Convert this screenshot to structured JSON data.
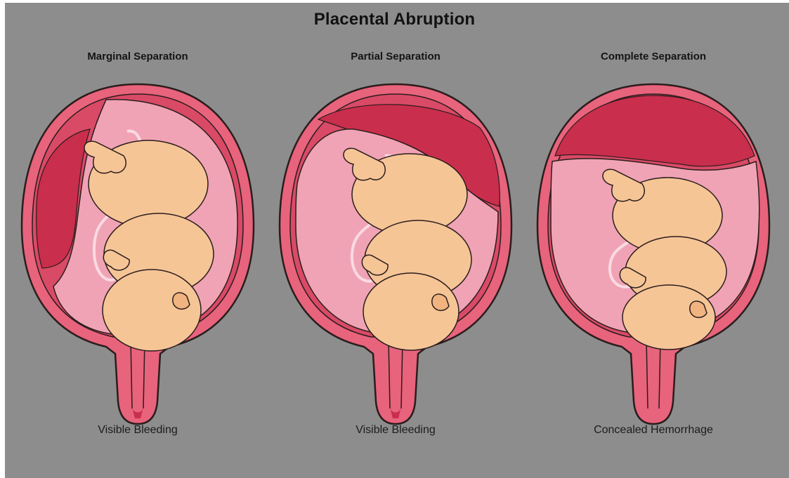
{
  "title": "Placental Abruption",
  "panels": [
    {
      "heading": "Marginal Separation",
      "caption": "Visible Bleeding"
    },
    {
      "heading": "Partial Separation",
      "caption": "Visible Bleeding"
    },
    {
      "heading": "Complete Separation",
      "caption": "Concealed Hemorrhage"
    }
  ],
  "colors": {
    "background": "#8d8d8d",
    "uterus_wall": "#e8637c",
    "amniotic": "#f0a3b4",
    "blood": "#c92e4c",
    "fetus_skin": "#f6c596",
    "outline": "#2a1d1d"
  }
}
